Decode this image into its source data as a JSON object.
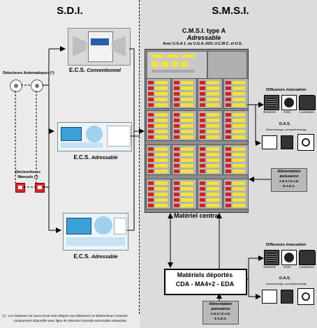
{
  "left_section": {
    "title": "S.D.I.",
    "detectors_label": "Détecteurs Automatiques (*)",
    "manual_label_1": "Déclencheurs",
    "manual_label_2": "Manuels (*)",
    "ecs_conventional_prefix": "E.C.S.",
    "ecs_conventional_suffix": "Conventionnel",
    "ecs_addressable_1_prefix": "E.C.S.",
    "ecs_addressable_1_suffix": "Adressable",
    "ecs_addressable_2_prefix": "E.C.S.",
    "ecs_addressable_2_suffix": "Adressable",
    "footnote_1": "(*) : Les isolateurs de court-circuit sont intégrés aux détecteurs et déclencheurs manuels",
    "footnote_2": "(uniquement disponible avec ligne de détection incendie adressable rebouclée)."
  },
  "right_section": {
    "title": "S.M.S.I.",
    "cmsi_title": "C.M.S.I. type A",
    "cmsi_subtitle": "Adressable",
    "cmsi_note": "Avec U.G.A 1. ou U.G.A.-IGH, U.C.M.C. et U.S.",
    "central_label": "Matériel central",
    "remote_label_1": "Matériels déportés",
    "remote_label_2": "CDA - MA4+2 - EDA",
    "diffusers_top": {
      "title": "Diffuseurs évacuation",
      "items": [
        "Sonores",
        "AGS",
        "Lumineux"
      ]
    },
    "das_top": {
      "title": "D.A.S.",
      "subtitle": "Désenfumage, compartimentage"
    },
    "power_top": {
      "line1": "Alimentation",
      "line2": "puissance",
      "line3": "A.E.S./ E.A.E.",
      "line4": "E.A.E.S."
    },
    "diffusers_bottom": {
      "title": "Diffuseurs évacuation",
      "items": [
        "Sonores",
        "AGS",
        "Lumineux"
      ]
    },
    "das_bottom": {
      "title": "D.A.S.",
      "subtitle": "Désenfumage, compartimentage"
    },
    "power_bottom": {
      "line1": "Alimentation",
      "line2": "puissance",
      "line3": "A.E.S./ E.A.E.",
      "line4": "E.A.E.S."
    }
  },
  "colors": {
    "left_bg": "#ebebeb",
    "right_bg": "#d9d9d9",
    "arrow": "#000000",
    "module_red": "#d32020",
    "module_yellow": "#f2e33a",
    "power_box": "#b9b9b9",
    "screen_blue": "#3aa0d8"
  }
}
